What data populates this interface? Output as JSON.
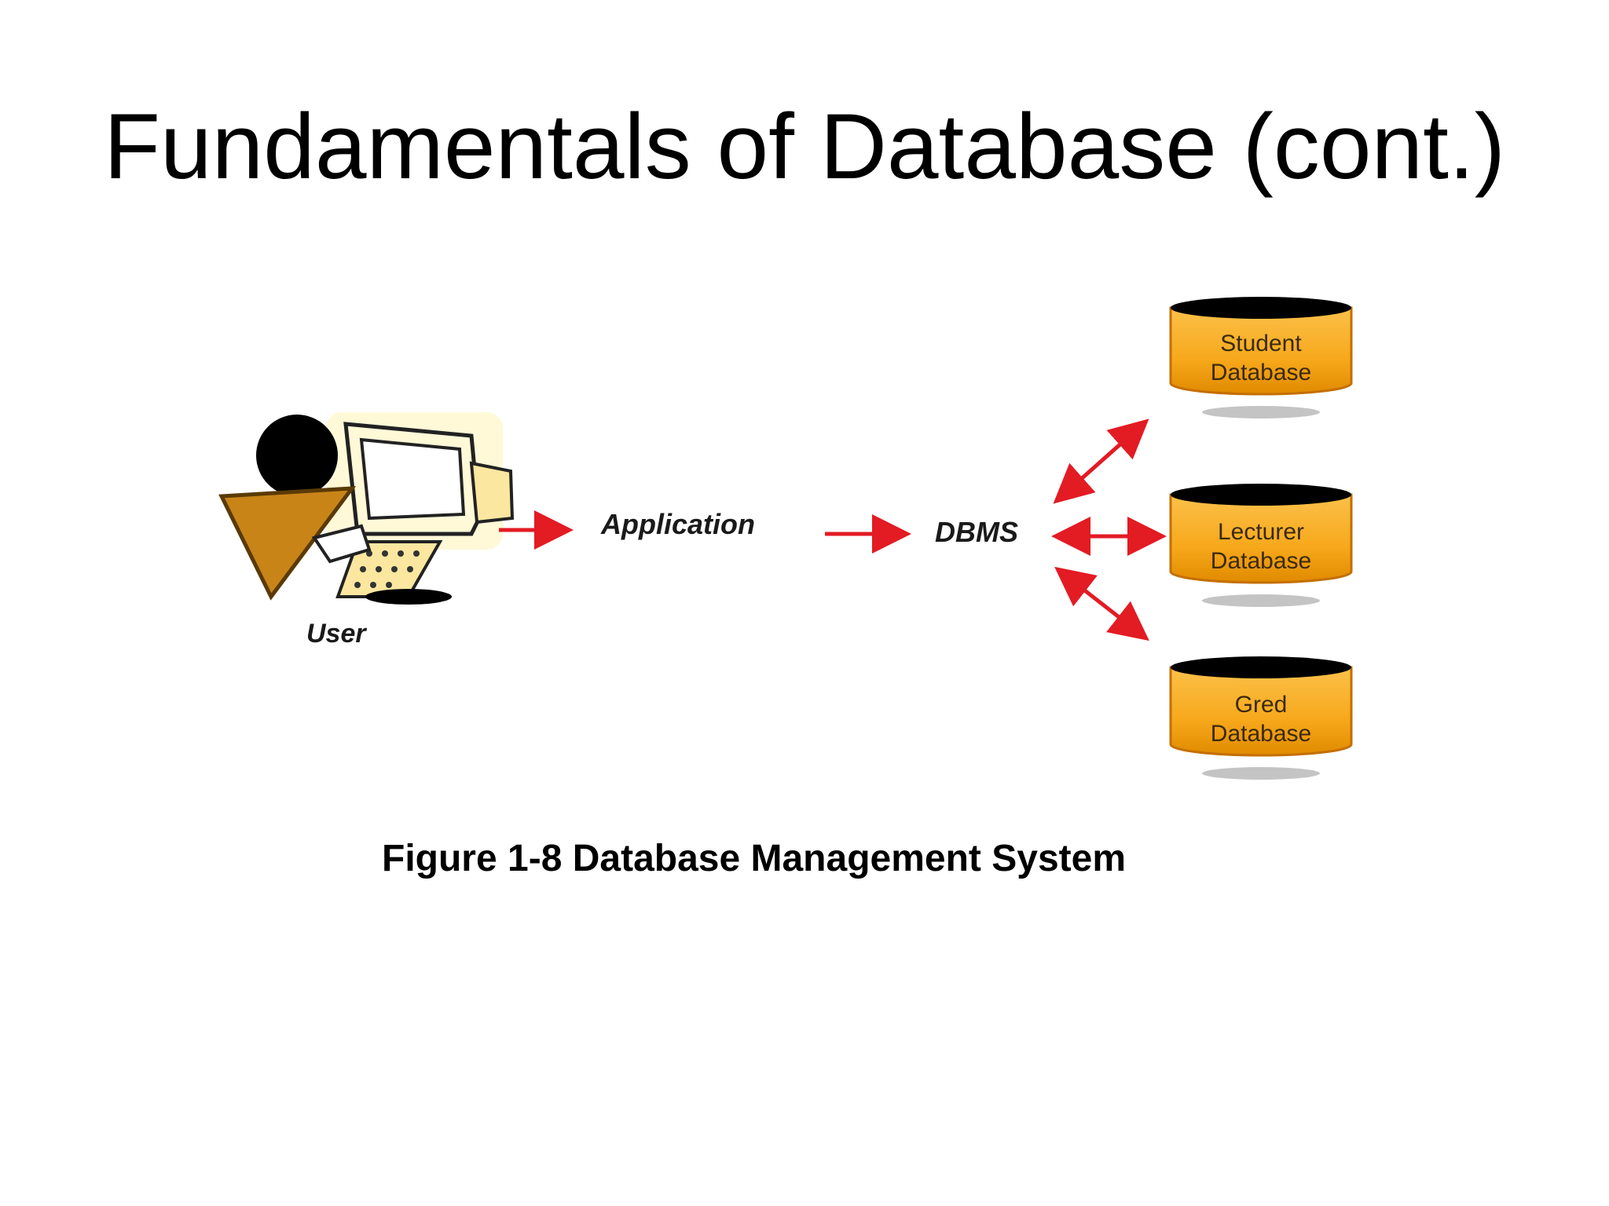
{
  "slide": {
    "title": "Fundamentals of Database (cont.)",
    "caption": "Figure 1-8 Database Management System"
  },
  "diagram": {
    "user_label": "User",
    "application_label": "Application",
    "dbms_label": "DBMS",
    "databases": [
      {
        "line1": "Student",
        "line2": "Database"
      },
      {
        "line1": "Lecturer",
        "line2": "Database"
      },
      {
        "line1": "Gred",
        "line2": "Database"
      }
    ]
  },
  "colors": {
    "arrow": "#e31b23",
    "cylinder_fill": "#f7a81b",
    "cylinder_top": "#000000",
    "user_body": "#c98418",
    "monitor": "#fff4c2"
  },
  "icons": [
    "user-at-computer-icon",
    "database-cylinder-icon"
  ]
}
